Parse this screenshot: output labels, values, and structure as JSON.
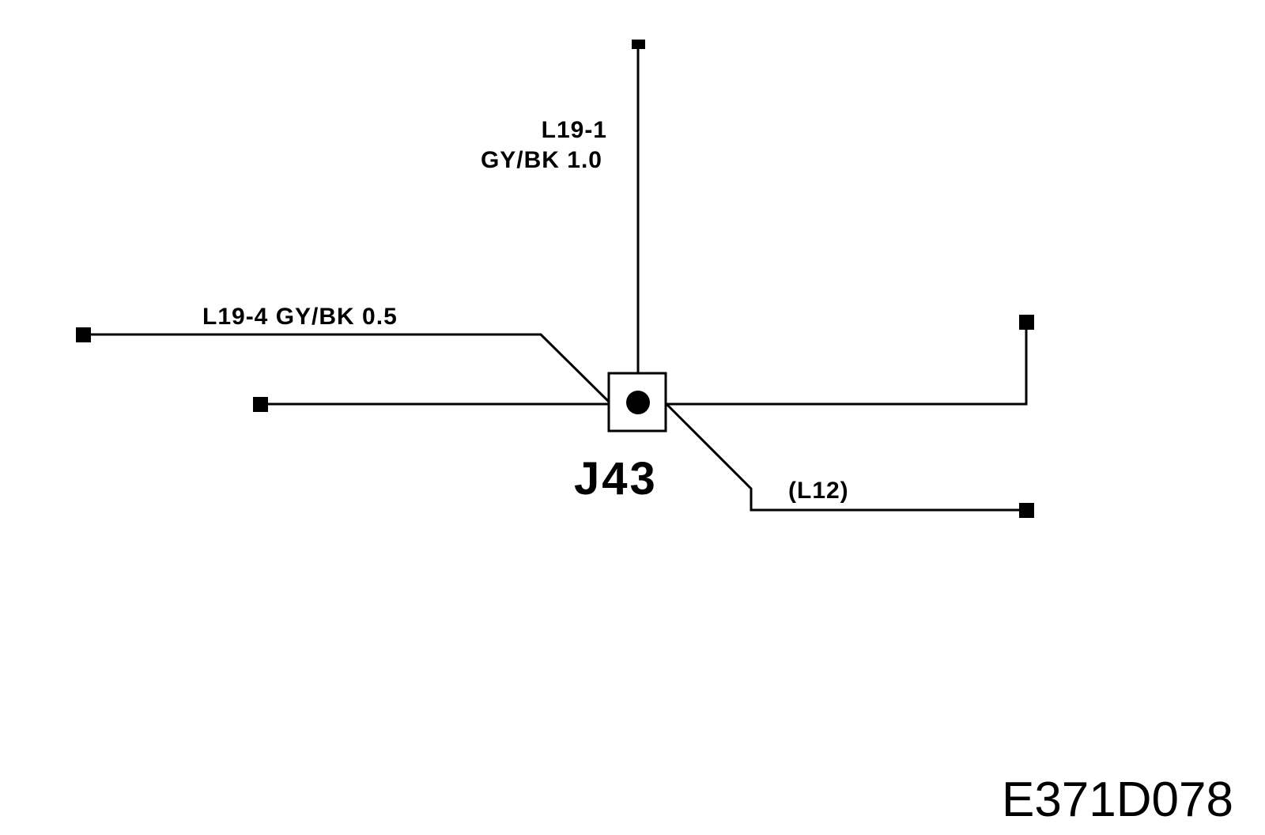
{
  "diagram": {
    "junction": {
      "name": "J43"
    },
    "wires": {
      "top": {
        "circuit": "L19-1",
        "spec": "GY/BK 1.0"
      },
      "left_upper": {
        "label": "L19-4 GY/BK 0.5"
      },
      "lower_right": {
        "label": "(L12)"
      }
    },
    "figure_code": "E371D078",
    "colors": {
      "ink": "#000000",
      "background": "#ffffff"
    }
  }
}
